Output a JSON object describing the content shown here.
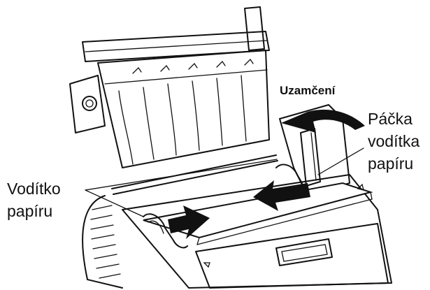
{
  "labels": {
    "lock": "Uzamčení",
    "lever_line1": "Páčka",
    "lever_line2": "vodítka",
    "lever_line3": "papíru",
    "guide_line1": "Vodítko",
    "guide_line2": "papíru"
  }
}
